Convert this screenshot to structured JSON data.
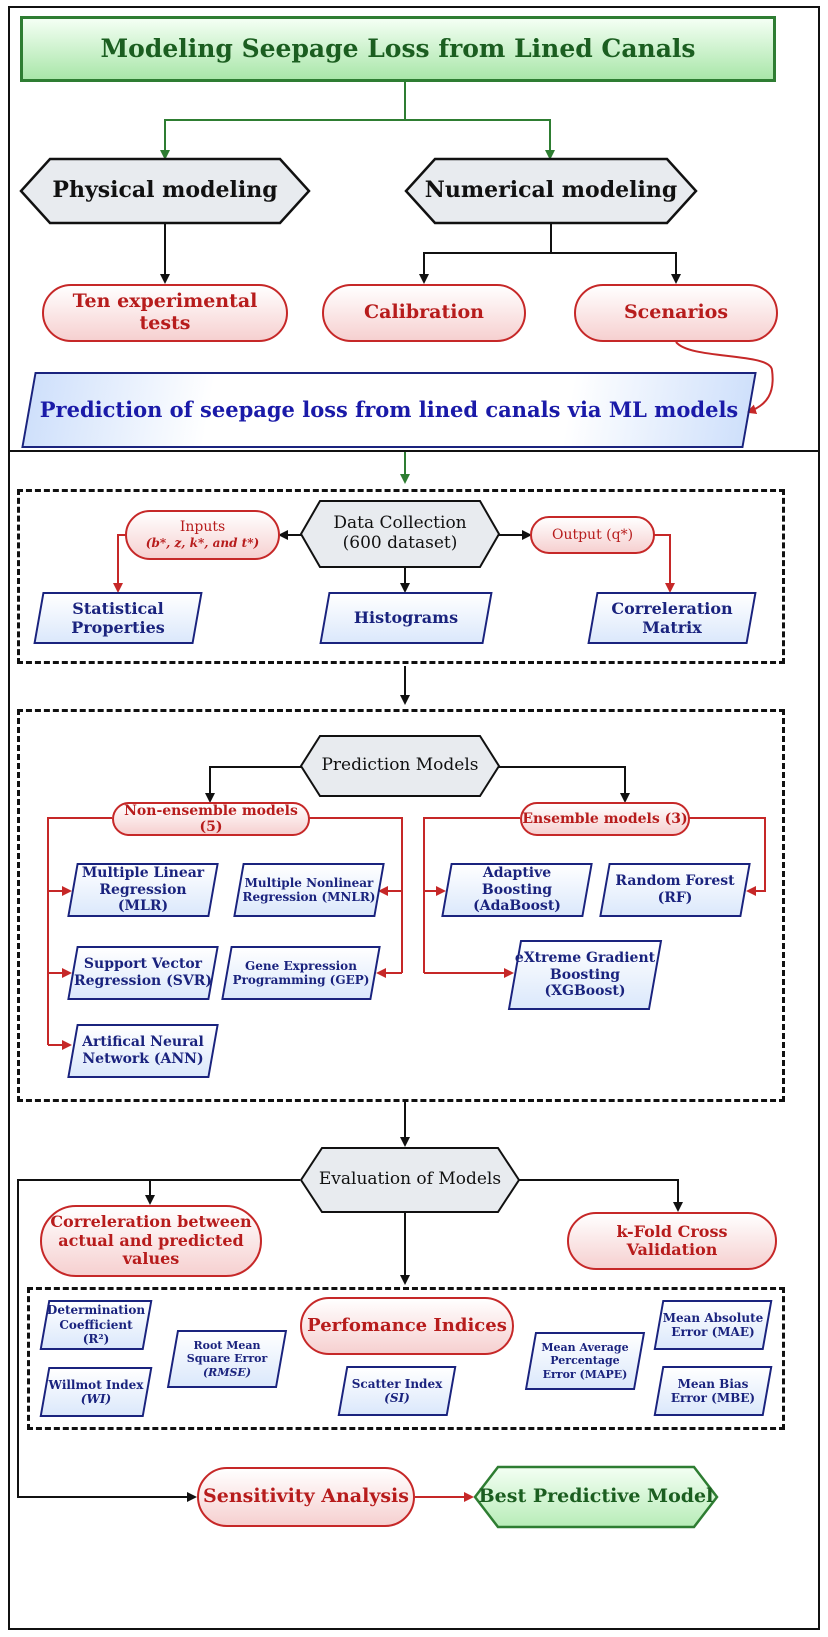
{
  "title": "Modeling Seepage Loss from Lined Canals",
  "physical_modeling": "Physical modeling",
  "numerical_modeling": "Numerical modeling",
  "ten_experimental_tests": "Ten experimental tests",
  "calibration": "Calibration",
  "scenarios": "Scenarios",
  "prediction_banner": "Prediction of seepage loss from lined canals via ML models",
  "data_collection": {
    "line1": "Data Collection",
    "line2": "(600 dataset)"
  },
  "inputs": {
    "line1": "Inputs",
    "line2": "(b*, z, k*, and t*)"
  },
  "output": "Output (q*)",
  "statistical_properties": {
    "line1": "Statistical",
    "line2": "Properties"
  },
  "histograms": "Histograms",
  "correlation_matrix": {
    "line1": "Correleration",
    "line2": "Matrix"
  },
  "prediction_models": "Prediction Models",
  "non_ensemble_models": "Non-ensemble models (5)",
  "ensemble_models": "Ensemble models (3)",
  "mlr": {
    "line1": "Multiple Linear",
    "line2": "Regression (MLR)"
  },
  "mnlr": {
    "line1": "Multiple Nonlinear",
    "line2": "Regression (MNLR)"
  },
  "svr": {
    "line1": "Support Vector",
    "line2": "Regression (SVR)"
  },
  "gep": {
    "line1": "Gene Expression",
    "line2": "Programming (GEP)"
  },
  "ann": {
    "line1": "Artifical Neural",
    "line2": "Network (ANN)"
  },
  "adaboost": {
    "line1": "Adaptive Boosting",
    "line2": "(AdaBoost)"
  },
  "random_forest": {
    "line1": "Random Forest",
    "line2": "(RF)"
  },
  "xgboost": {
    "line1": "eXtreme Gradient",
    "line2": "Boosting",
    "line3": "(XGBoost)"
  },
  "evaluation_of_models": "Evaluation of Models",
  "correlation_actual_predicted": {
    "line1": "Correleration between",
    "line2": "actual and predicted values"
  },
  "kfold": "k-Fold Cross Validation",
  "performance_indices": "Perfomance Indices",
  "r2": {
    "line1": "Determination",
    "line2": "Coefficient (R²)"
  },
  "rmse": {
    "line1": "Root Mean",
    "line2": "Square Error",
    "line3": "(RMSE)"
  },
  "wi": {
    "line1": "Willmot Index",
    "line2": "(WI)"
  },
  "si": {
    "line1": "Scatter Index",
    "line2": "(SI)"
  },
  "mape": {
    "line1": "Mean Average",
    "line2": "Percentage",
    "line3": "Error (MAPE)"
  },
  "mae": {
    "line1": "Mean Absolute",
    "line2": "Error (MAE)"
  },
  "mbe": {
    "line1": "Mean Bias",
    "line2": "Error (MBE)"
  },
  "sensitivity_analysis": "Sensitivity Analysis",
  "best_predictive_model": "Best Predictive Model",
  "colors": {
    "green": "#2e7d32",
    "red": "#c62828",
    "blue": "#1a237e",
    "black": "#111111"
  }
}
